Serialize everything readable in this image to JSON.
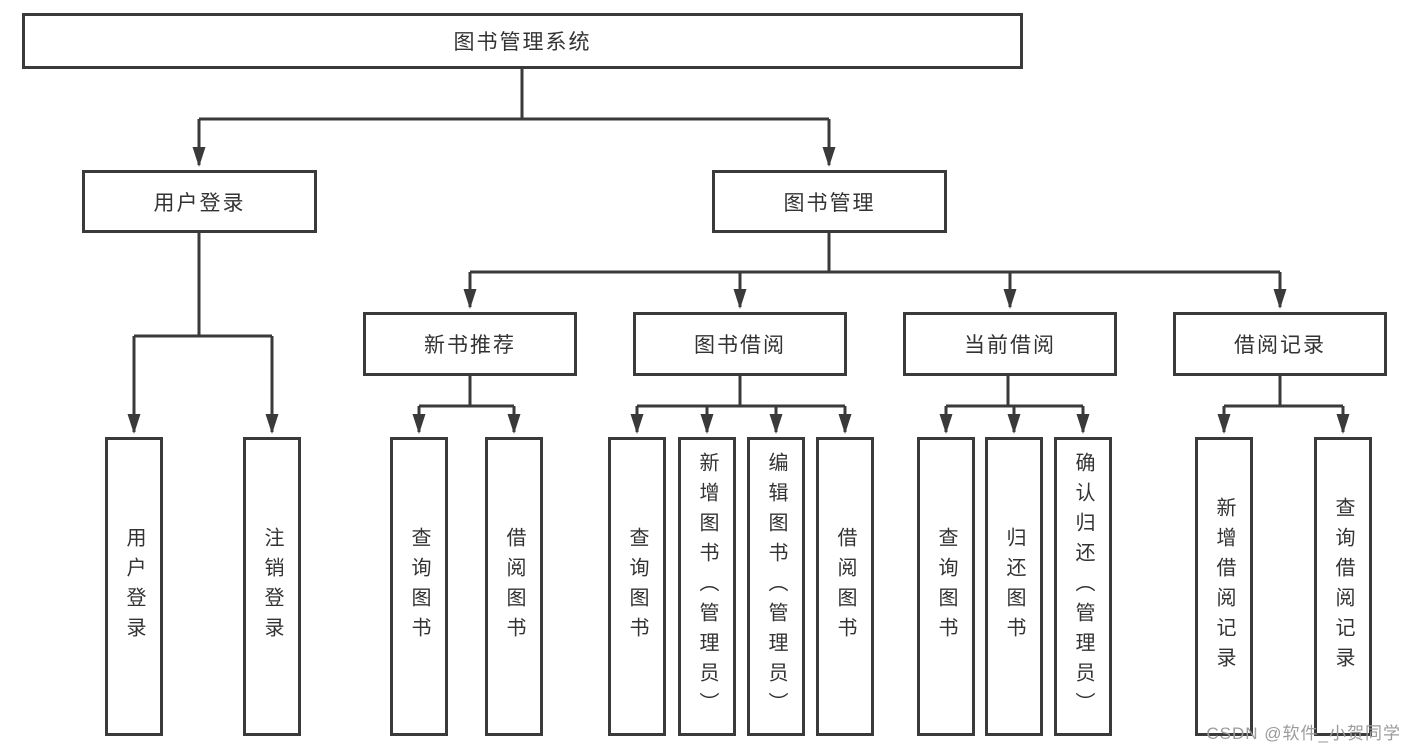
{
  "diagram": {
    "root": {
      "label": "图书管理系统"
    },
    "level2": [
      {
        "label": "用户登录"
      },
      {
        "label": "图书管理"
      }
    ],
    "level3": [
      {
        "label": "新书推荐"
      },
      {
        "label": "图书借阅"
      },
      {
        "label": "当前借阅"
      },
      {
        "label": "借阅记录"
      }
    ],
    "leaves": {
      "user_login": [
        {
          "label": "用户登录"
        },
        {
          "label": "注销登录"
        }
      ],
      "new_books": [
        {
          "label": "查询图书"
        },
        {
          "label": "借阅图书"
        }
      ],
      "book_borrow": [
        {
          "label": "查询图书"
        },
        {
          "label": "新增图书（管理员）"
        },
        {
          "label": "编辑图书（管理员）"
        },
        {
          "label": "借阅图书"
        }
      ],
      "current_borrow": [
        {
          "label": "查询图书"
        },
        {
          "label": "归还图书"
        },
        {
          "label": "确认归还（管理员）"
        }
      ],
      "borrow_records": [
        {
          "label": "新增借阅记录"
        },
        {
          "label": "查询借阅记录"
        }
      ]
    }
  },
  "watermark": {
    "text": "CSDN @软件_小贺同学"
  },
  "colors": {
    "line": "#3a3a3a",
    "box_border": "#3a3a3a",
    "box_fill": "#ffffff",
    "text": "#333333",
    "watermark": "#9b9b9b",
    "background": "#ffffff"
  }
}
